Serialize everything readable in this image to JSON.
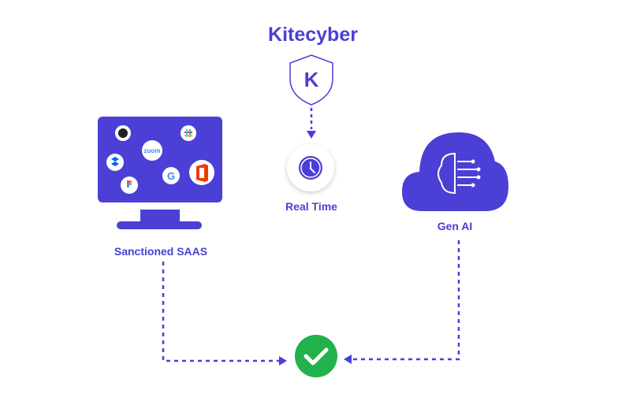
{
  "brand": {
    "name": "Kitecyber",
    "logo_letter": "K",
    "color": "#4b3fd6"
  },
  "nodes": {
    "realtime": "Real Time",
    "saas": "Sanctioned SAAS",
    "genai": "Gen AI"
  },
  "saas_apps": [
    "github",
    "zoom",
    "slack",
    "dropbox",
    "google",
    "office",
    "figma"
  ],
  "zoom_text": "zoom",
  "colors": {
    "check": "#22b14c",
    "primary": "#4b3fd6"
  }
}
